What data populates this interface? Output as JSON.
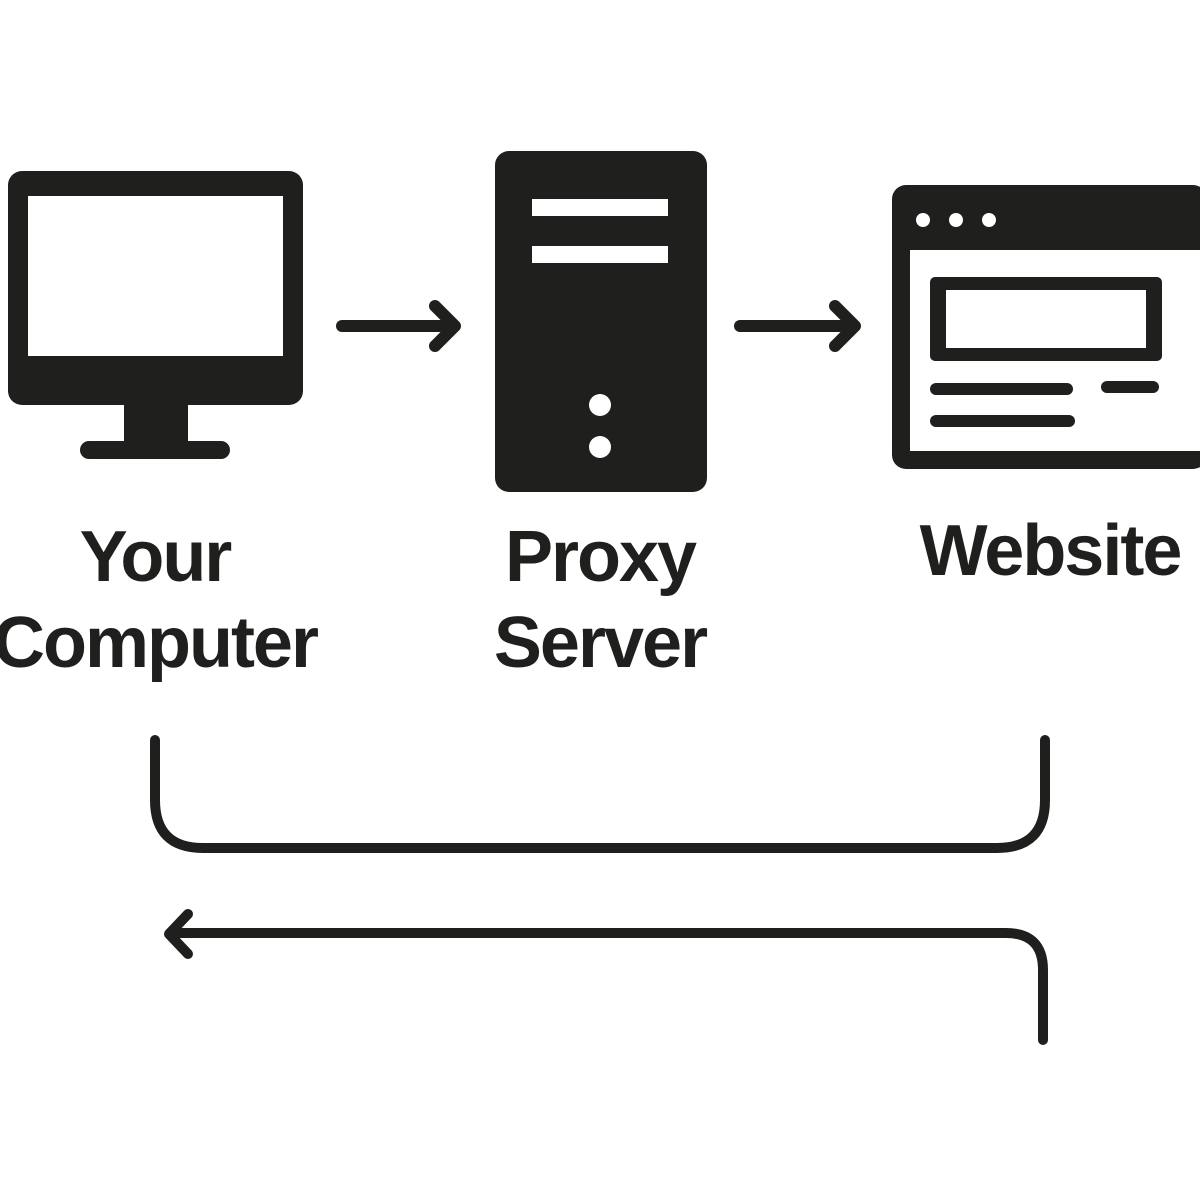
{
  "diagram": {
    "title": "Proxy server flow",
    "colors": {
      "ink": "#1f1f1d",
      "background": "#ffffff"
    },
    "nodes": [
      {
        "id": "computer",
        "icon": "desktop-monitor-icon",
        "label_lines": [
          "Your",
          "Computer"
        ]
      },
      {
        "id": "proxy",
        "icon": "server-tower-icon",
        "label_lines": [
          "Proxy",
          "Server"
        ]
      },
      {
        "id": "website",
        "icon": "browser-window-icon",
        "label_lines": [
          "Website"
        ]
      }
    ],
    "edges": [
      {
        "from": "computer",
        "to": "proxy",
        "kind": "request-arrow"
      },
      {
        "from": "proxy",
        "to": "website",
        "kind": "request-arrow"
      },
      {
        "from": "computer",
        "to": "website",
        "kind": "connector-bracket"
      },
      {
        "from": "website",
        "to": "computer",
        "kind": "response-arrow"
      }
    ]
  }
}
